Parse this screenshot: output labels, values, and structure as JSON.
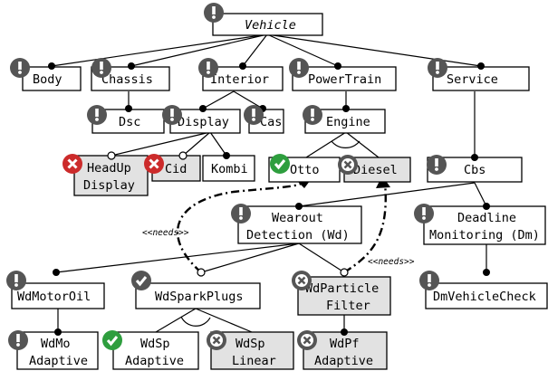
{
  "features": {
    "vehicle": {
      "label": "Vehicle",
      "status": "info"
    },
    "body": {
      "label": "Body",
      "status": "info"
    },
    "chassis": {
      "label": "Chassis",
      "status": "info"
    },
    "interior": {
      "label": "Interior",
      "status": "info"
    },
    "powertrain": {
      "label": "PowerTrain",
      "status": "info"
    },
    "service": {
      "label": "Service",
      "status": "info"
    },
    "dsc": {
      "label": "Dsc",
      "status": "info"
    },
    "display": {
      "label": "Display",
      "status": "info"
    },
    "cas": {
      "label": "Cas",
      "status": "info"
    },
    "engine": {
      "label": "Engine",
      "status": "info"
    },
    "headup": {
      "line1": "HeadUp",
      "line2": "Display",
      "status": "error"
    },
    "cid": {
      "label": "Cid",
      "status": "error"
    },
    "kombi": {
      "label": "Kombi",
      "status": "none"
    },
    "otto": {
      "label": "Otto",
      "status": "ok"
    },
    "diesel": {
      "label": "Diesel",
      "status": "excluded"
    },
    "cbs": {
      "label": "Cbs",
      "status": "info"
    },
    "wearout": {
      "line1": "Wearout",
      "line2": "Detection (Wd)",
      "status": "info"
    },
    "deadline": {
      "line1": "Deadline",
      "line2": "Monitoring (Dm)",
      "status": "info"
    },
    "wdmotoroil": {
      "label": "WdMotorOil",
      "status": "info"
    },
    "wdsparkplugs": {
      "label": "WdSparkPlugs",
      "status": "neutral"
    },
    "wdparticle": {
      "line1": "WdParticle",
      "line2": "Filter",
      "status": "excluded"
    },
    "dmvehiclecheck": {
      "label": "DmVehicleCheck",
      "status": "info"
    },
    "wdmo": {
      "line1": "WdMo",
      "line2": "Adaptive",
      "status": "info"
    },
    "wdspadaptive": {
      "line1": "WdSp",
      "line2": "Adaptive",
      "status": "ok"
    },
    "wdsplinear": {
      "line1": "WdSp",
      "line2": "Linear",
      "status": "excluded"
    },
    "wdpf": {
      "line1": "WdPf",
      "line2": "Adaptive",
      "status": "excluded"
    }
  },
  "dependencies": [
    {
      "from": "WdSparkPlugs",
      "to": "Otto",
      "label": "<<needs>>"
    },
    {
      "from": "WdParticle Filter",
      "to": "Diesel",
      "label": "<<needs>>"
    }
  ],
  "colors": {
    "info": "#555555",
    "ok": "#2e9e3e",
    "error": "#cc2b2b",
    "excluded": "#555555",
    "neutral": "#555555",
    "excluded_box": "#e2e2e2"
  },
  "icons": {
    "info": "exclamation-icon",
    "ok": "checkmark-icon",
    "error": "cross-icon",
    "excluded": "cross-icon",
    "neutral": "checkmark-icon"
  }
}
